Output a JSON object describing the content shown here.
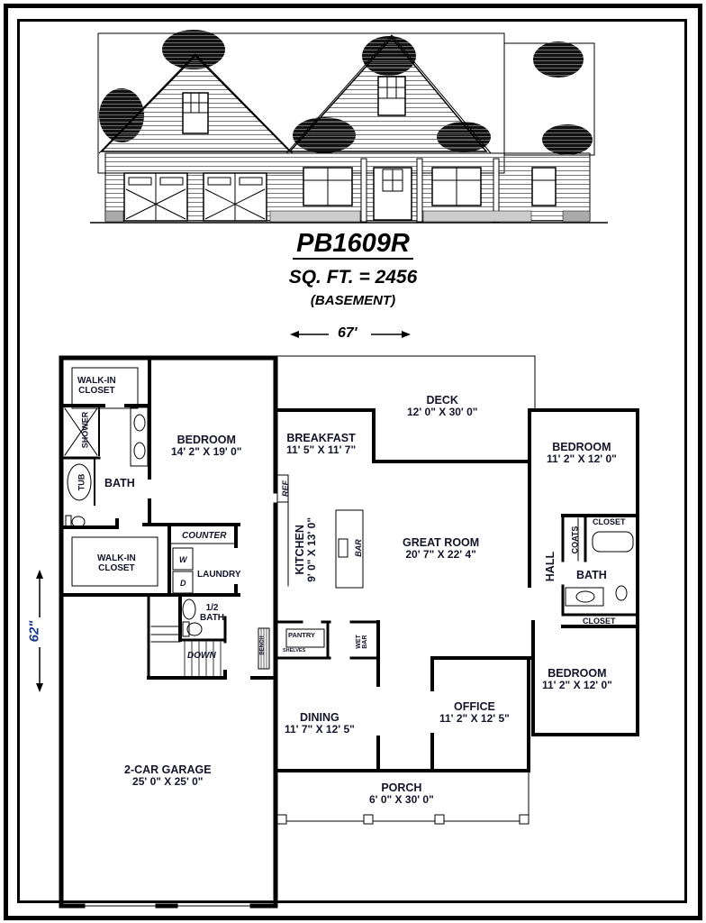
{
  "plan": {
    "code": "PB1609R",
    "sqft": "SQ. FT. = 2456",
    "foundation": "(BASEMENT)",
    "width_dim": "67'",
    "depth_dim": "62\""
  },
  "rooms": {
    "master_closet_top": {
      "name": "WALK-IN",
      "name2": "CLOSET"
    },
    "master_bedroom": {
      "name": "BEDROOM",
      "dims": "14' 2\" X 19' 0\""
    },
    "shower": {
      "name": "SHOWER"
    },
    "tub": {
      "name": "TUB"
    },
    "master_bath": {
      "name": "BATH"
    },
    "master_closet_bottom": {
      "name": "WALK-IN",
      "name2": "CLOSET"
    },
    "counter": {
      "name": "COUNTER"
    },
    "laundry": {
      "name": "LAUNDRY",
      "washer": "W",
      "dryer": "D"
    },
    "half_bath": {
      "name": "1/2",
      "name2": "BATH"
    },
    "stairs": {
      "name": "DOWN"
    },
    "bench": {
      "name": "BENCH"
    },
    "breakfast": {
      "name": "BREAKFAST",
      "dims": "11' 5\" X 11' 7\""
    },
    "deck": {
      "name": "DECK",
      "dims": "12' 0\" X 30' 0\""
    },
    "kitchen": {
      "name": "KITCHEN",
      "dims": "9' 0\" X 13' 0\"",
      "ref": "REF",
      "bar": "BAR"
    },
    "great_room": {
      "name": "GREAT ROOM",
      "dims": "20' 7\" X 22' 4\""
    },
    "bedroom2": {
      "name": "BEDROOM",
      "dims": "11' 2\" X 12' 0\""
    },
    "closet2": {
      "name": "CLOSET"
    },
    "coats": {
      "name": "COATS"
    },
    "hall": {
      "name": "HALL"
    },
    "bath2": {
      "name": "BATH"
    },
    "closet3": {
      "name": "CLOSET"
    },
    "pantry": {
      "name": "PANTRY",
      "shelves": "SHELVES"
    },
    "wet_bar": {
      "name": "WET",
      "name2": "BAR"
    },
    "bedroom3": {
      "name": "BEDROOM",
      "dims": "11' 2\" X 12' 0\""
    },
    "dining": {
      "name": "DINING",
      "dims": "11' 7\" X 12' 5\""
    },
    "office": {
      "name": "OFFICE",
      "dims": "11' 2\" X 12' 5\""
    },
    "garage": {
      "name": "2-CAR GARAGE",
      "dims": "25' 0\" X 25' 0\""
    },
    "porch": {
      "name": "PORCH",
      "dims": "6' 0\" X 30' 0\""
    }
  },
  "colors": {
    "wall": "#000000",
    "text": "#14142a",
    "depth_dim": "#1a3a8a"
  }
}
